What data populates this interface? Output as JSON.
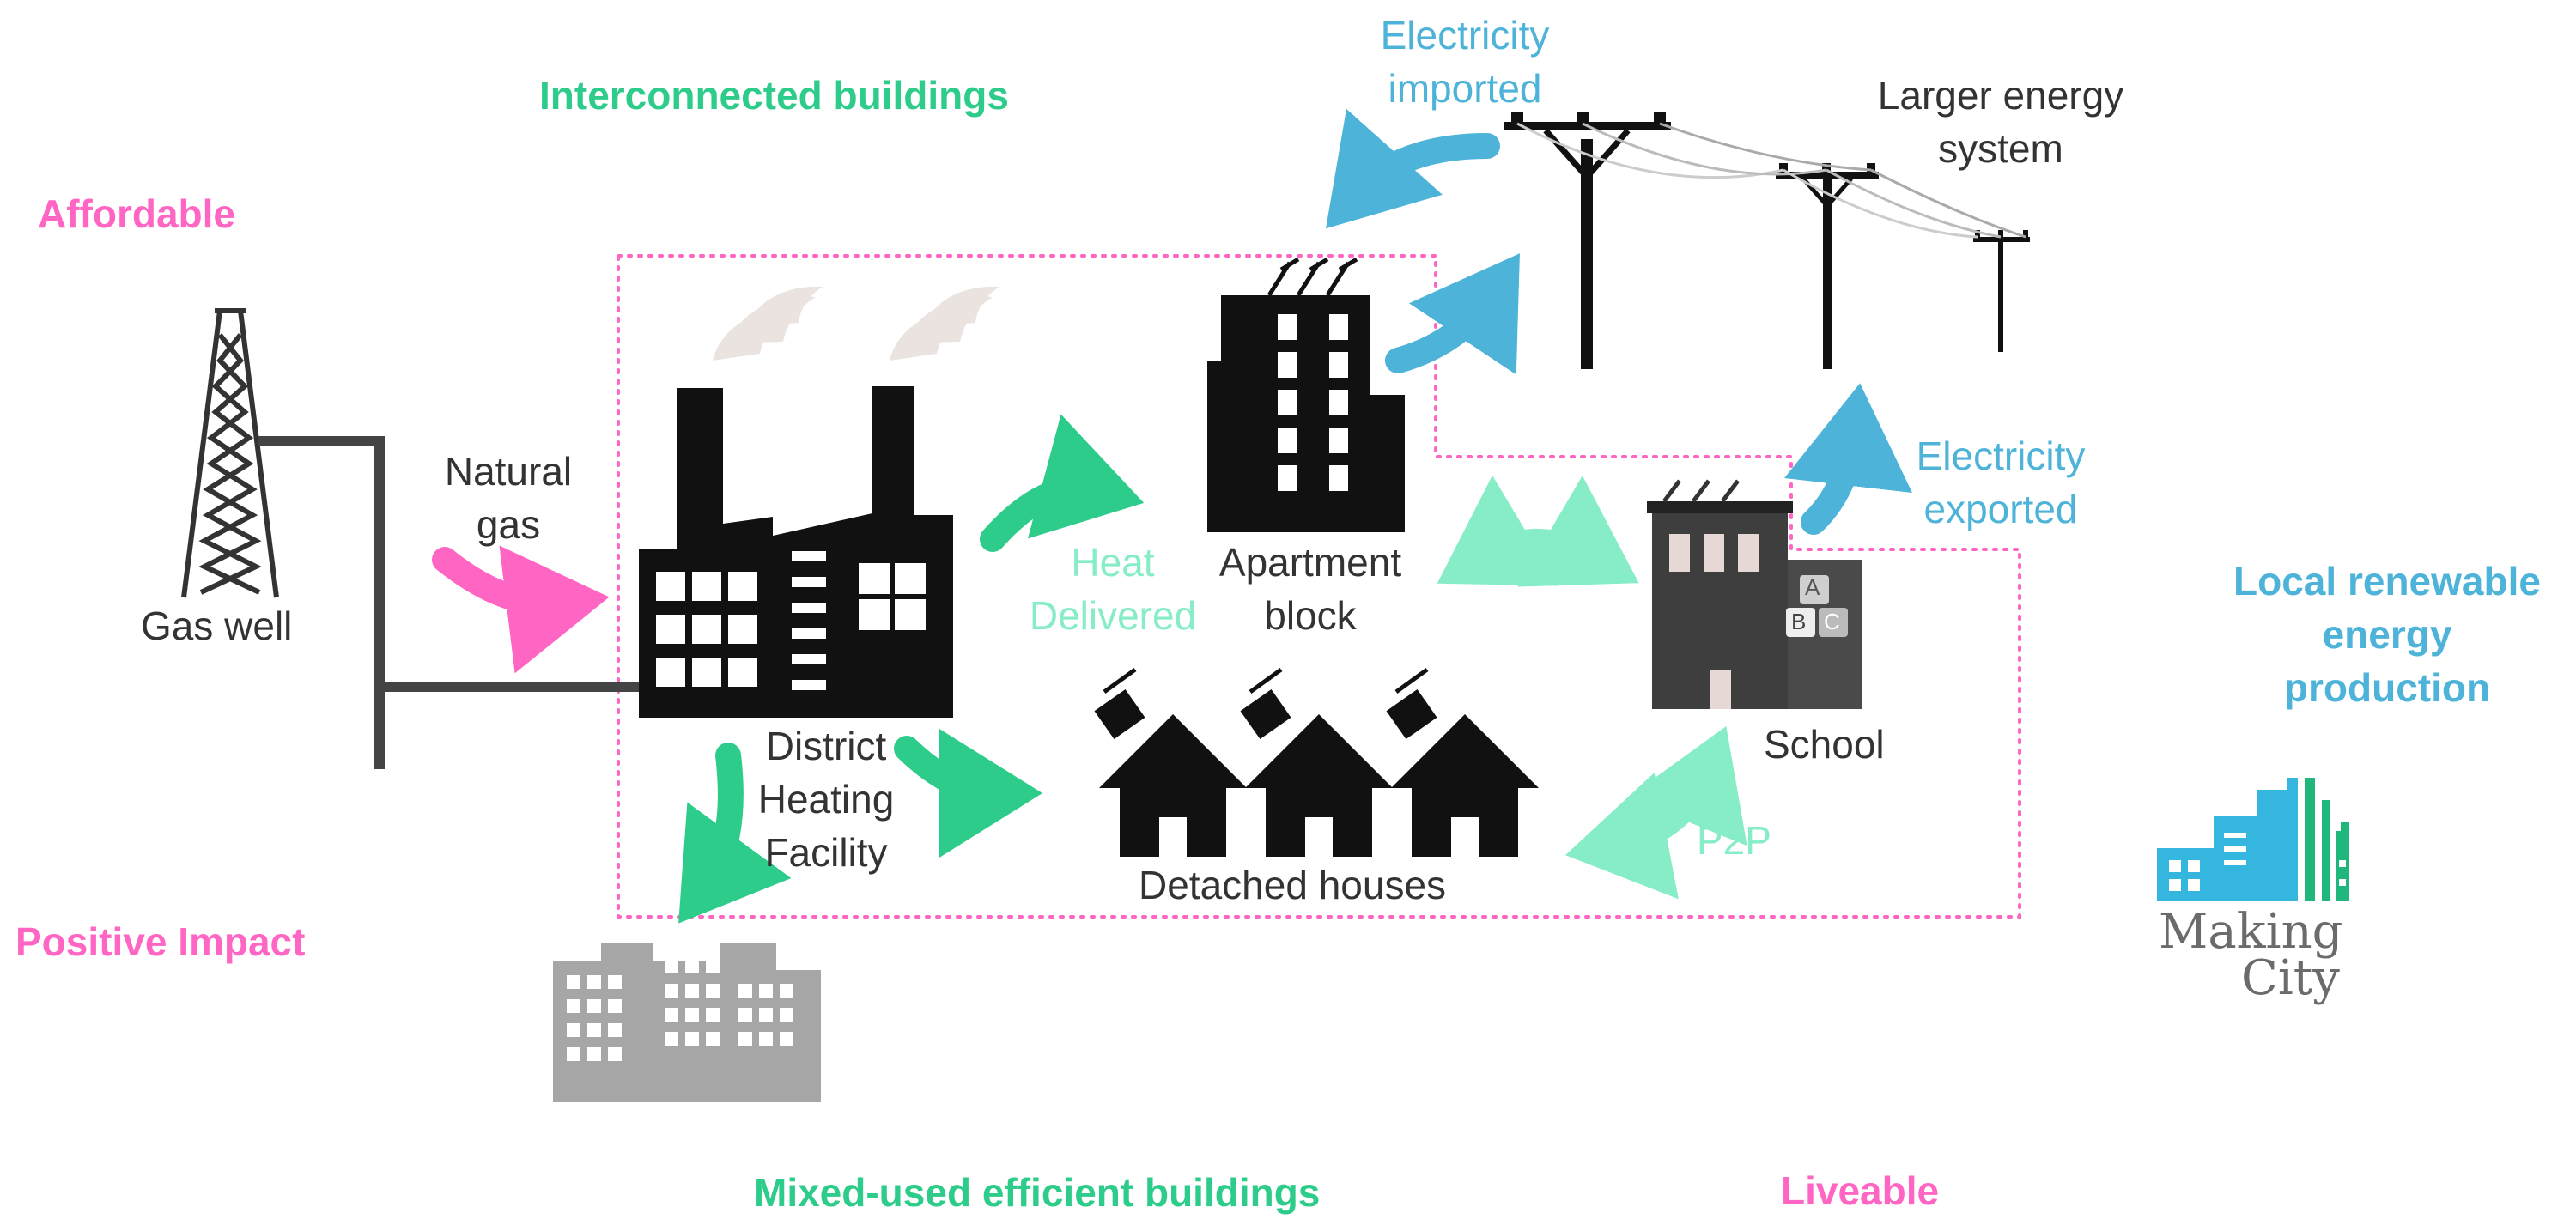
{
  "colors": {
    "pink": "#ff66c4",
    "green": "#2ecc8a",
    "blue": "#4db3d8",
    "mint": "#86edc6",
    "dark": "#111111",
    "gray": "#a6a6a6",
    "smoke": "#eae3e0",
    "logo_blue": "#34b6df",
    "logo_green": "#1fb77c"
  },
  "labels": {
    "interconnected": "Interconnected buildings",
    "affordable": "Affordable",
    "positive_impact": "Positive Impact",
    "mixed_used": "Mixed-used efficient buildings",
    "liveable": "Liveable",
    "local_renewable": [
      "Local renewable",
      "energy",
      "production"
    ]
  },
  "nodes": {
    "gas_well": "Gas well",
    "natural_gas": [
      "Natural",
      "gas"
    ],
    "district_heating": [
      "District",
      "Heating",
      "Facility"
    ],
    "heat_delivered": [
      "Heat",
      "Delivered"
    ],
    "apartment_block": [
      "Apartment",
      "block"
    ],
    "detached_houses": "Detached houses",
    "school": "School",
    "school_letters": [
      "A",
      "B",
      "C"
    ],
    "p2p": "P2P",
    "electricity_imported": [
      "Electricity",
      "imported"
    ],
    "electricity_exported": [
      "Electricity",
      "exported"
    ],
    "larger_energy_system": [
      "Larger energy",
      "system"
    ]
  },
  "logo": {
    "line1": "Making",
    "line2": "City"
  }
}
